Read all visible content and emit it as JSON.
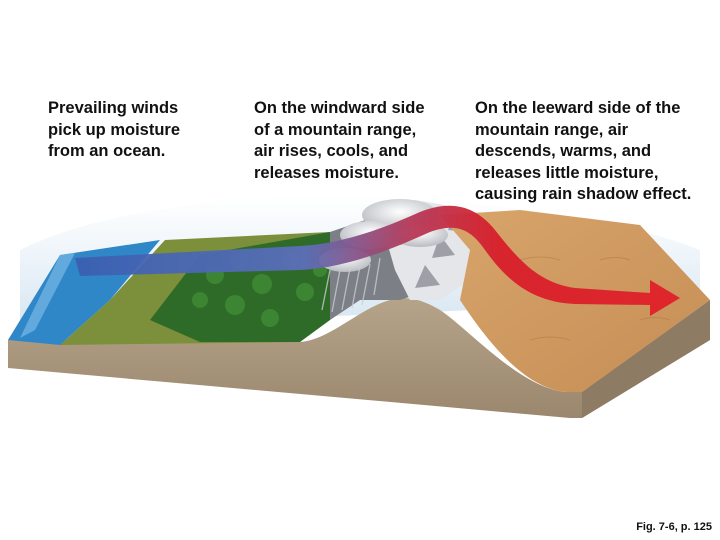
{
  "captions": {
    "ocean_winds": "Prevailing winds\npick up moisture\nfrom an ocean.",
    "windward": "On the windward side\nof a mountain range,\nair rises, cools, and\nreleases moisture.",
    "leeward": "On the leeward side of the\nmountain range, air\ndescends, warms, and\nreleases little moisture,\ncausing rain shadow effect."
  },
  "figure_ref": "Fig. 7-6, p. 125",
  "colors": {
    "ocean": "#2f87c8",
    "forest": "#2f6b28",
    "grassland": "#7c8f3a",
    "desert": "#c9965c",
    "soil_section": "#a8957c",
    "snow": "#e4e6ea",
    "wind_moist": "#3a5fb0",
    "wind_dry": "#d81e2a"
  }
}
